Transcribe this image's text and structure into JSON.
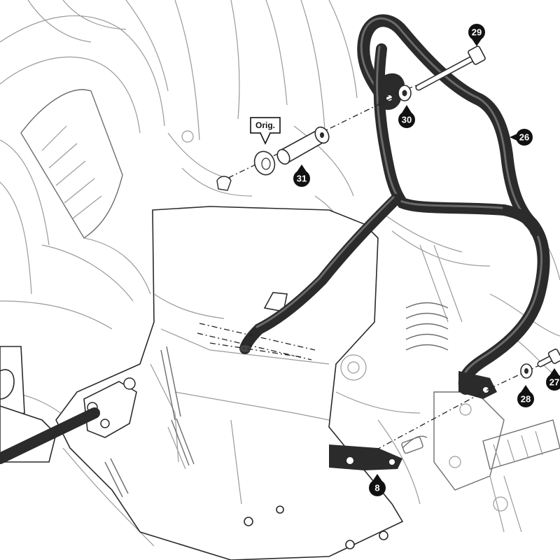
{
  "diagram": {
    "colors": {
      "bar": "#2b2b2b",
      "bar_highlight": "#6a6a6a",
      "callout": "#111111",
      "callout_text": "#ffffff",
      "background_lines": "#9a9a9a"
    },
    "callouts": [
      {
        "label": "29"
      },
      {
        "label": "30"
      },
      {
        "label": "26"
      },
      {
        "label": "31"
      },
      {
        "label": "27"
      },
      {
        "label": "28"
      },
      {
        "label": "8"
      }
    ],
    "orig_label": "Orig."
  }
}
